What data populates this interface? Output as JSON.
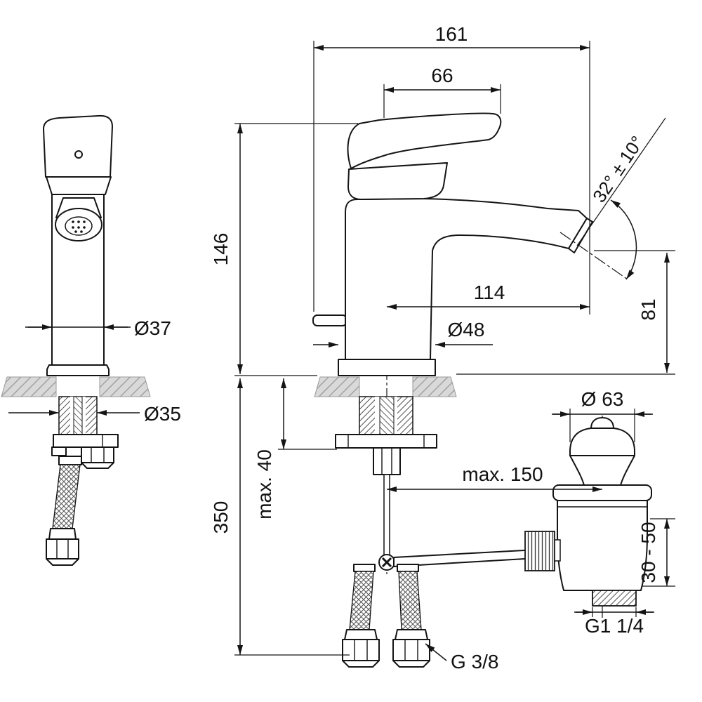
{
  "drawing": {
    "type": "technical-dimension-drawing",
    "subject": "single-lever bidet mixer with pop-up waste",
    "line_color": "#141414",
    "deck_color": "#d9d9d9"
  },
  "views": {
    "front": {
      "body_diameter": "Ø37",
      "shank_diameter": "Ø35"
    },
    "side": {
      "total_depth": "161",
      "handle_length": "66",
      "height_above_deck": "146",
      "spout_reach": "114",
      "base_diameter": "Ø48",
      "spout_angle": "32° ± 10°",
      "spout_height": "81",
      "height_below_deck": "350",
      "max_deck_thickness": "max. 40",
      "max_drain_distance": "max. 150",
      "supply_thread": "G 3/8"
    },
    "drain": {
      "plug_diameter": "Ø 63",
      "height_range": "30 - 50",
      "thread": "G1 1/4"
    }
  }
}
